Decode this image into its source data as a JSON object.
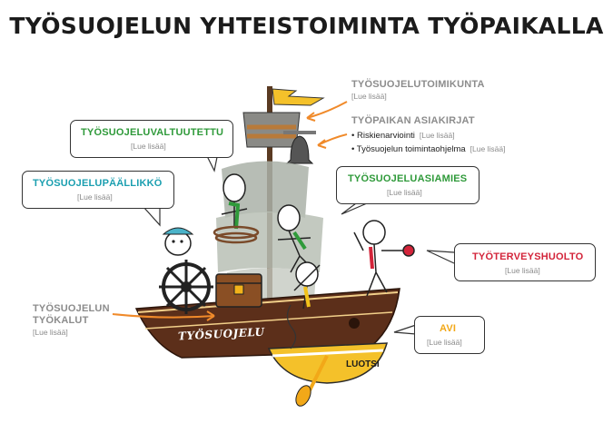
{
  "title": "TYÖSUOJELUN YHTEISTOIMINTA TYÖPAIKALLA",
  "read_more": "[Lue lisää]",
  "roles": {
    "toimikunta": "TYÖSUOJELUTOIMIKUNTA",
    "asiakirjat": "TYÖPAIKAN ASIAKIRJAT",
    "valtuutettu": "TYÖSUOJELUVALTUUTETTU",
    "paallikko": "TYÖSUOJELUPÄÄLLIKKÖ",
    "asiamies": "TYÖSUOJELUASIAMIES",
    "tyoterveys": "TYÖTERVEYSHUOLTO",
    "tyokalut_1": "TYÖSUOJELUN",
    "tyokalut_2": "TYÖKALUT",
    "avi": "AVI"
  },
  "documents": [
    "Riskienarviointi",
    "Työsuojelun toimintaohjelma"
  ],
  "ship": {
    "name": "TYÖSUOJELU",
    "boat": "LUOTSI"
  },
  "colors": {
    "gray": "#8c8c8c",
    "green": "#2f9a3a",
    "teal": "#1b9fb0",
    "red": "#d3243a",
    "orange": "#f2a818",
    "arrow": "#f08a2a",
    "hull": "#5c2f1a"
  }
}
